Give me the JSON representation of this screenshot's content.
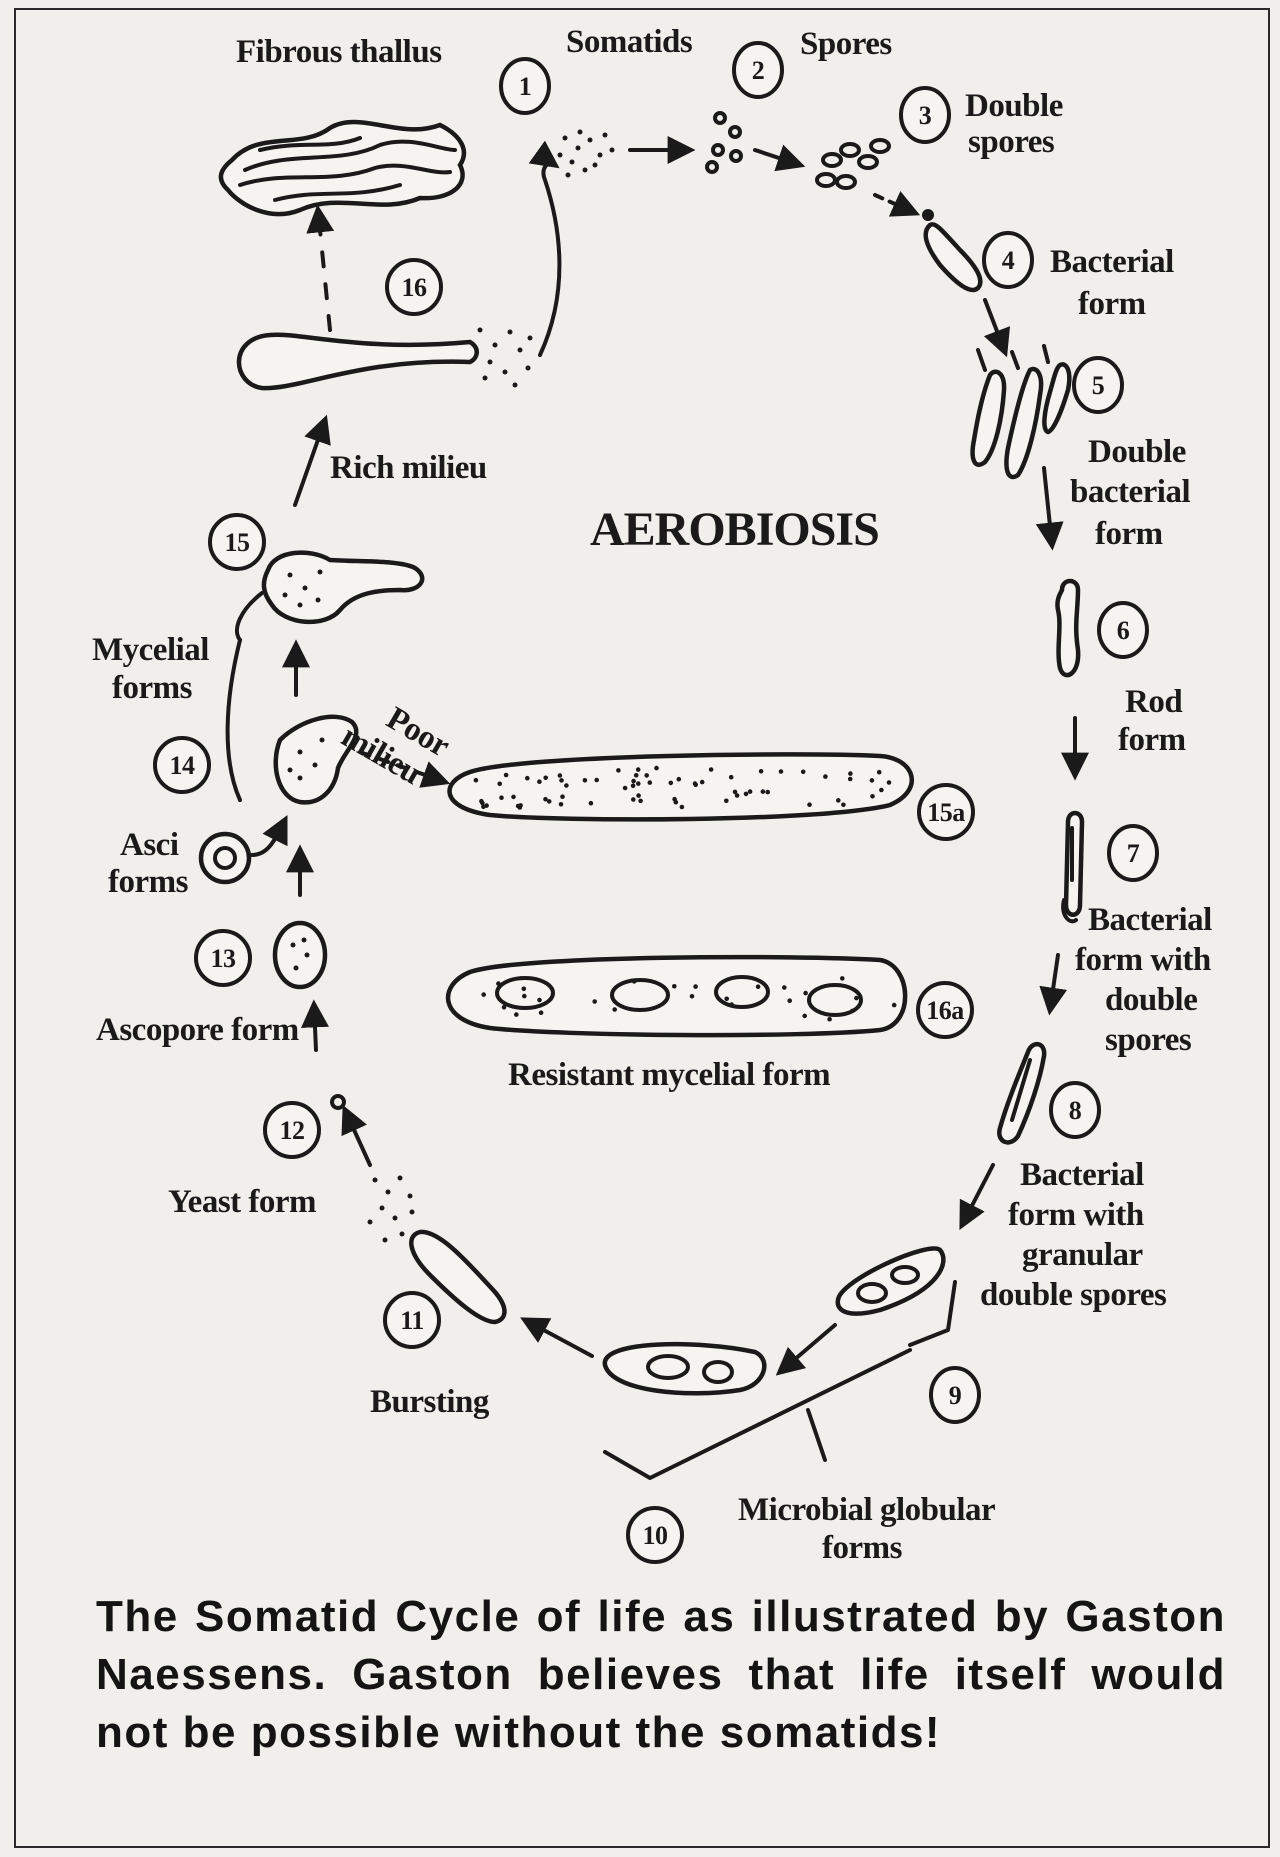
{
  "diagram": {
    "title": "AEROBIOSIS",
    "stages": [
      {
        "num": "1",
        "label": "Somatids"
      },
      {
        "num": "2",
        "label": "Spores"
      },
      {
        "num": "3",
        "label": [
          "Double",
          "spores"
        ]
      },
      {
        "num": "4",
        "label": [
          "Bacterial",
          "form"
        ]
      },
      {
        "num": "5",
        "label": [
          "Double",
          "bacterial",
          "form"
        ]
      },
      {
        "num": "6",
        "label": [
          "Rod",
          "form"
        ]
      },
      {
        "num": "7",
        "label": [
          "Bacterial",
          "form with",
          "double",
          "spores"
        ]
      },
      {
        "num": "8",
        "label": [
          "Bacterial",
          "form with",
          "granular",
          "double spores"
        ]
      },
      {
        "num": "9",
        "label": ""
      },
      {
        "num": "10",
        "label": [
          "Microbial globular",
          "forms"
        ]
      },
      {
        "num": "11",
        "label": "Bursting"
      },
      {
        "num": "12",
        "label": "Yeast form"
      },
      {
        "num": "13",
        "label": "Ascopore form"
      },
      {
        "num": "14",
        "label": ""
      },
      {
        "num": "15",
        "label": ""
      },
      {
        "num": "16",
        "label": ""
      },
      {
        "num": "15a",
        "label": ""
      },
      {
        "num": "16a",
        "label": "Resistant mycelial form"
      }
    ],
    "other_labels": {
      "fibrous_thallus": "Fibrous thallus",
      "rich_milieu": "Rich milieu",
      "poor_milieu": [
        "Poor",
        "milieu"
      ],
      "mycelial_forms": [
        "Mycelial",
        "forms"
      ],
      "asci_forms": [
        "Asci",
        "forms"
      ]
    }
  },
  "caption": "The Somatid Cycle of life as illustrated by Gaston Naessens. Gaston believes that life itself would not be possible without the somatids!"
}
